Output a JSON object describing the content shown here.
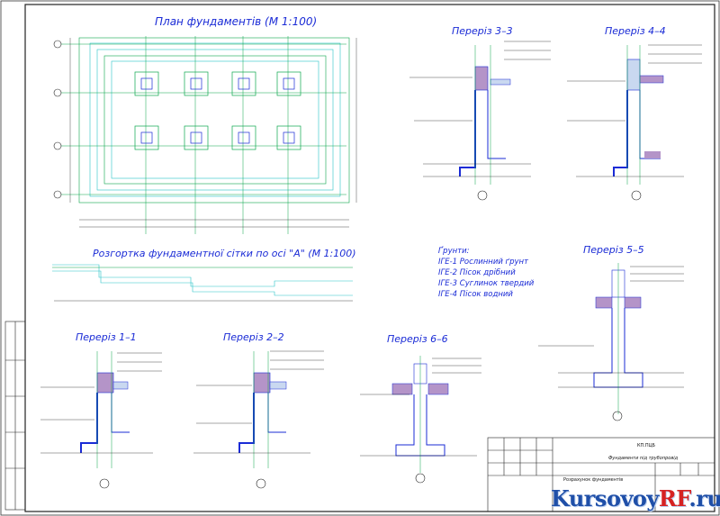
{
  "titles": {
    "plan": "План фундаментів (М 1:100)",
    "unfold": "Розгортка фундаментної сітки по осі \"А\" (М 1:100)",
    "s33": "Переріз 3–3",
    "s44": "Переріз 4–4",
    "s11": "Переріз 1–1",
    "s22": "Переріз 2–2",
    "s66": "Переріз 6–6",
    "s55": "Переріз 5–5"
  },
  "legend": {
    "heading": "Ґрунти:",
    "items": [
      "ІГЕ-1 Рослинний ґрунт",
      "ІГЕ-2 Пісок дрібний",
      "ІГЕ-3 Суглинок твердий",
      "ІГЕ-4 Пісок водний"
    ]
  },
  "stamp": {
    "doc_code": "КП.ПЦБ",
    "sheet_title": "Фундаменти під трубопровід",
    "drawing_title": "Розрахунок фундаментів"
  },
  "watermark": {
    "left": "Kursovoy",
    "accent": "RF",
    "right": ".ru"
  },
  "colors": {
    "frame": "#333333",
    "plan_lines": "#0aa64b",
    "structure": "#1a2bd6",
    "foundation_fill": "#b494c8",
    "cyan_lines": "#29c3c8"
  }
}
